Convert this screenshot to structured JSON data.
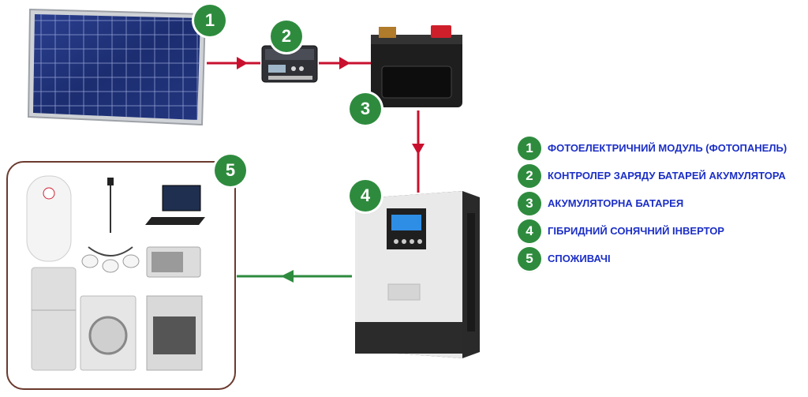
{
  "badges": {
    "solar": "1",
    "controller": "2",
    "battery": "3",
    "inverter": "4",
    "consumers": "5"
  },
  "legend": [
    {
      "num": "1",
      "label": "ФОТОЕЛЕКТРИЧНИЙ МОДУЛЬ  (ФОТОПАНЕЛЬ)"
    },
    {
      "num": "2",
      "label": "КОНТРОЛЕР ЗАРЯДУ БАТАРЕЙ АКУМУЛЯТОРА"
    },
    {
      "num": "3",
      "label": "АКУМУЛЯТОРНА БАТАРЕЯ"
    },
    {
      "num": "4",
      "label": "ГІБРИДНИЙ СОНЯЧНИЙ ІНВЕРТОР"
    },
    {
      "num": "5",
      "label": "СПОЖИВАЧІ"
    }
  ],
  "colors": {
    "badge_green": "#2e8b3e",
    "legend_text": "#1c2fc6",
    "dc_arrow": "#c8102e",
    "ac_arrow": "#2e8b3e",
    "box_border": "#6b3a2e"
  }
}
